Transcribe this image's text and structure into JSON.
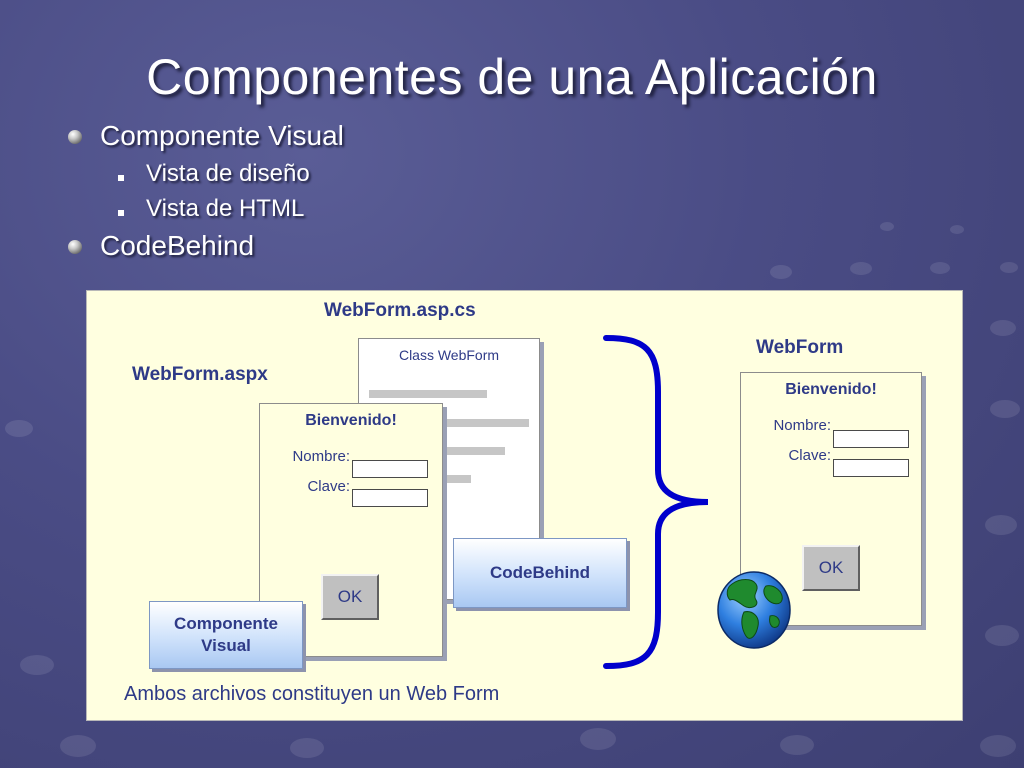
{
  "slide": {
    "title": "Componentes de una Aplicación",
    "bullets": [
      {
        "label": "Componente Visual",
        "subitems": [
          {
            "label": "Vista de diseño"
          },
          {
            "label": "Vista de HTML"
          }
        ]
      },
      {
        "label": "CodeBehind"
      }
    ]
  },
  "diagram": {
    "cs_file_label": "WebForm.asp.cs",
    "aspx_file_label": "WebForm.aspx",
    "result_label": "WebForm",
    "class_header": "Class WebForm",
    "aspx_form": {
      "welcome": "Bienvenido!",
      "nombre_label": "Nombre:",
      "clave_label": "Clave:",
      "ok_label": "OK"
    },
    "result_form": {
      "welcome": "Bienvenido!",
      "nombre_label": "Nombre:",
      "clave_label": "Clave:",
      "ok_label": "OK"
    },
    "codebehind_label": "CodeBehind",
    "visual_component_label": "Componente Visual",
    "caption": "Ambos archivos constituyen un Web Form"
  },
  "colors": {
    "accent_blue": "#2e3a87",
    "brace_blue": "#0000cc",
    "panel_bg": "#ffffe0"
  },
  "icons": {
    "bullet_l1": "sphere-bullet-icon",
    "bullet_l2": "square-bullet-icon",
    "web": "globe-icon",
    "brace": "curly-brace-icon"
  }
}
